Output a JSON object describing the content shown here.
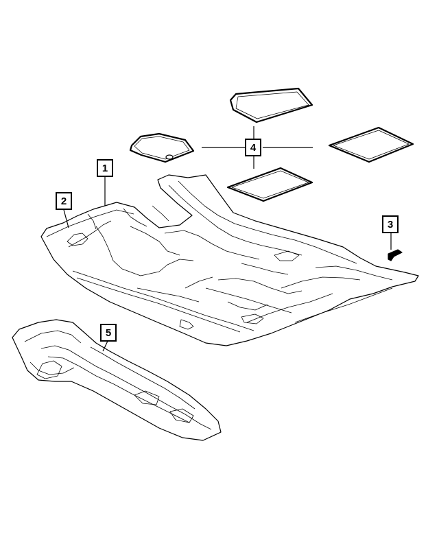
{
  "callouts": {
    "c1": "1",
    "c2": "2",
    "c3": "3",
    "c4": "4",
    "c5": "5"
  },
  "colors": {
    "line": "#000000",
    "background": "#ffffff",
    "part_fill": "#ffffff"
  }
}
